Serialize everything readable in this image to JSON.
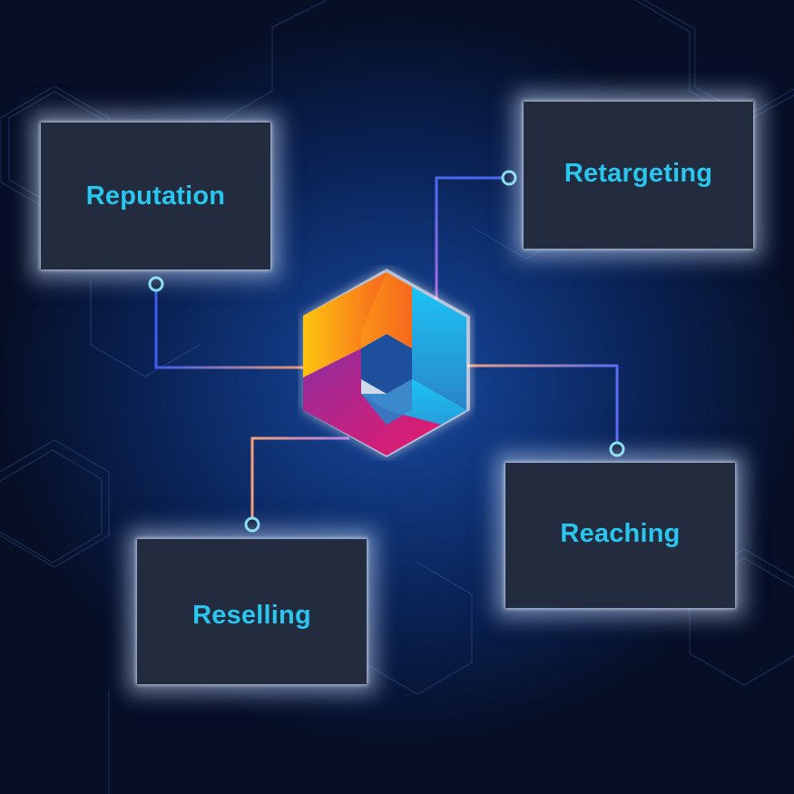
{
  "diagram": {
    "center": {
      "icon": "hexagon-logo-icon"
    },
    "nodes": [
      {
        "id": "reputation",
        "label": "Reputation"
      },
      {
        "id": "retargeting",
        "label": "Retargeting"
      },
      {
        "id": "reaching",
        "label": "Reaching"
      },
      {
        "id": "reselling",
        "label": "Reselling"
      }
    ]
  },
  "colors": {
    "background": "#06122a",
    "card": "#232b3e",
    "label": "#29c6f0",
    "connector_dot": "#7fe0f0",
    "logo_orange": "#f7941d",
    "logo_blue": "#1cb8f0",
    "logo_magenta": "#d7196e",
    "logo_purple": "#8e2ea0",
    "logo_yellow": "#fdc50f"
  }
}
